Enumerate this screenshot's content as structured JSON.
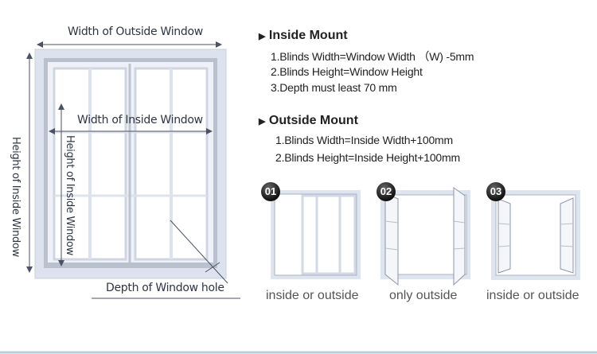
{
  "diagram": {
    "width_outside": "Width of Outside Window",
    "width_inside": "Width of Inside Window",
    "height_outside_label": "Height of Inside Window",
    "height_inside_label": "Height of Inside Window",
    "depth": "Depth of Window hole"
  },
  "inside_mount": {
    "title": "Inside Mount",
    "lines": [
      "1.Blinds Width=Window Width （W) -5mm",
      "2.Blinds Height=Window Height",
      "3.Depth must least 70 mm"
    ]
  },
  "outside_mount": {
    "title": "Outside Mount",
    "lines": [
      "1.Blinds Width=Inside Width+100mm",
      "2.Blinds Height=Inside Height+100mm"
    ]
  },
  "types": [
    {
      "number": "01",
      "caption": "inside or outside"
    },
    {
      "number": "02",
      "caption": "only outside"
    },
    {
      "number": "03",
      "caption": "inside or outside"
    }
  ]
}
